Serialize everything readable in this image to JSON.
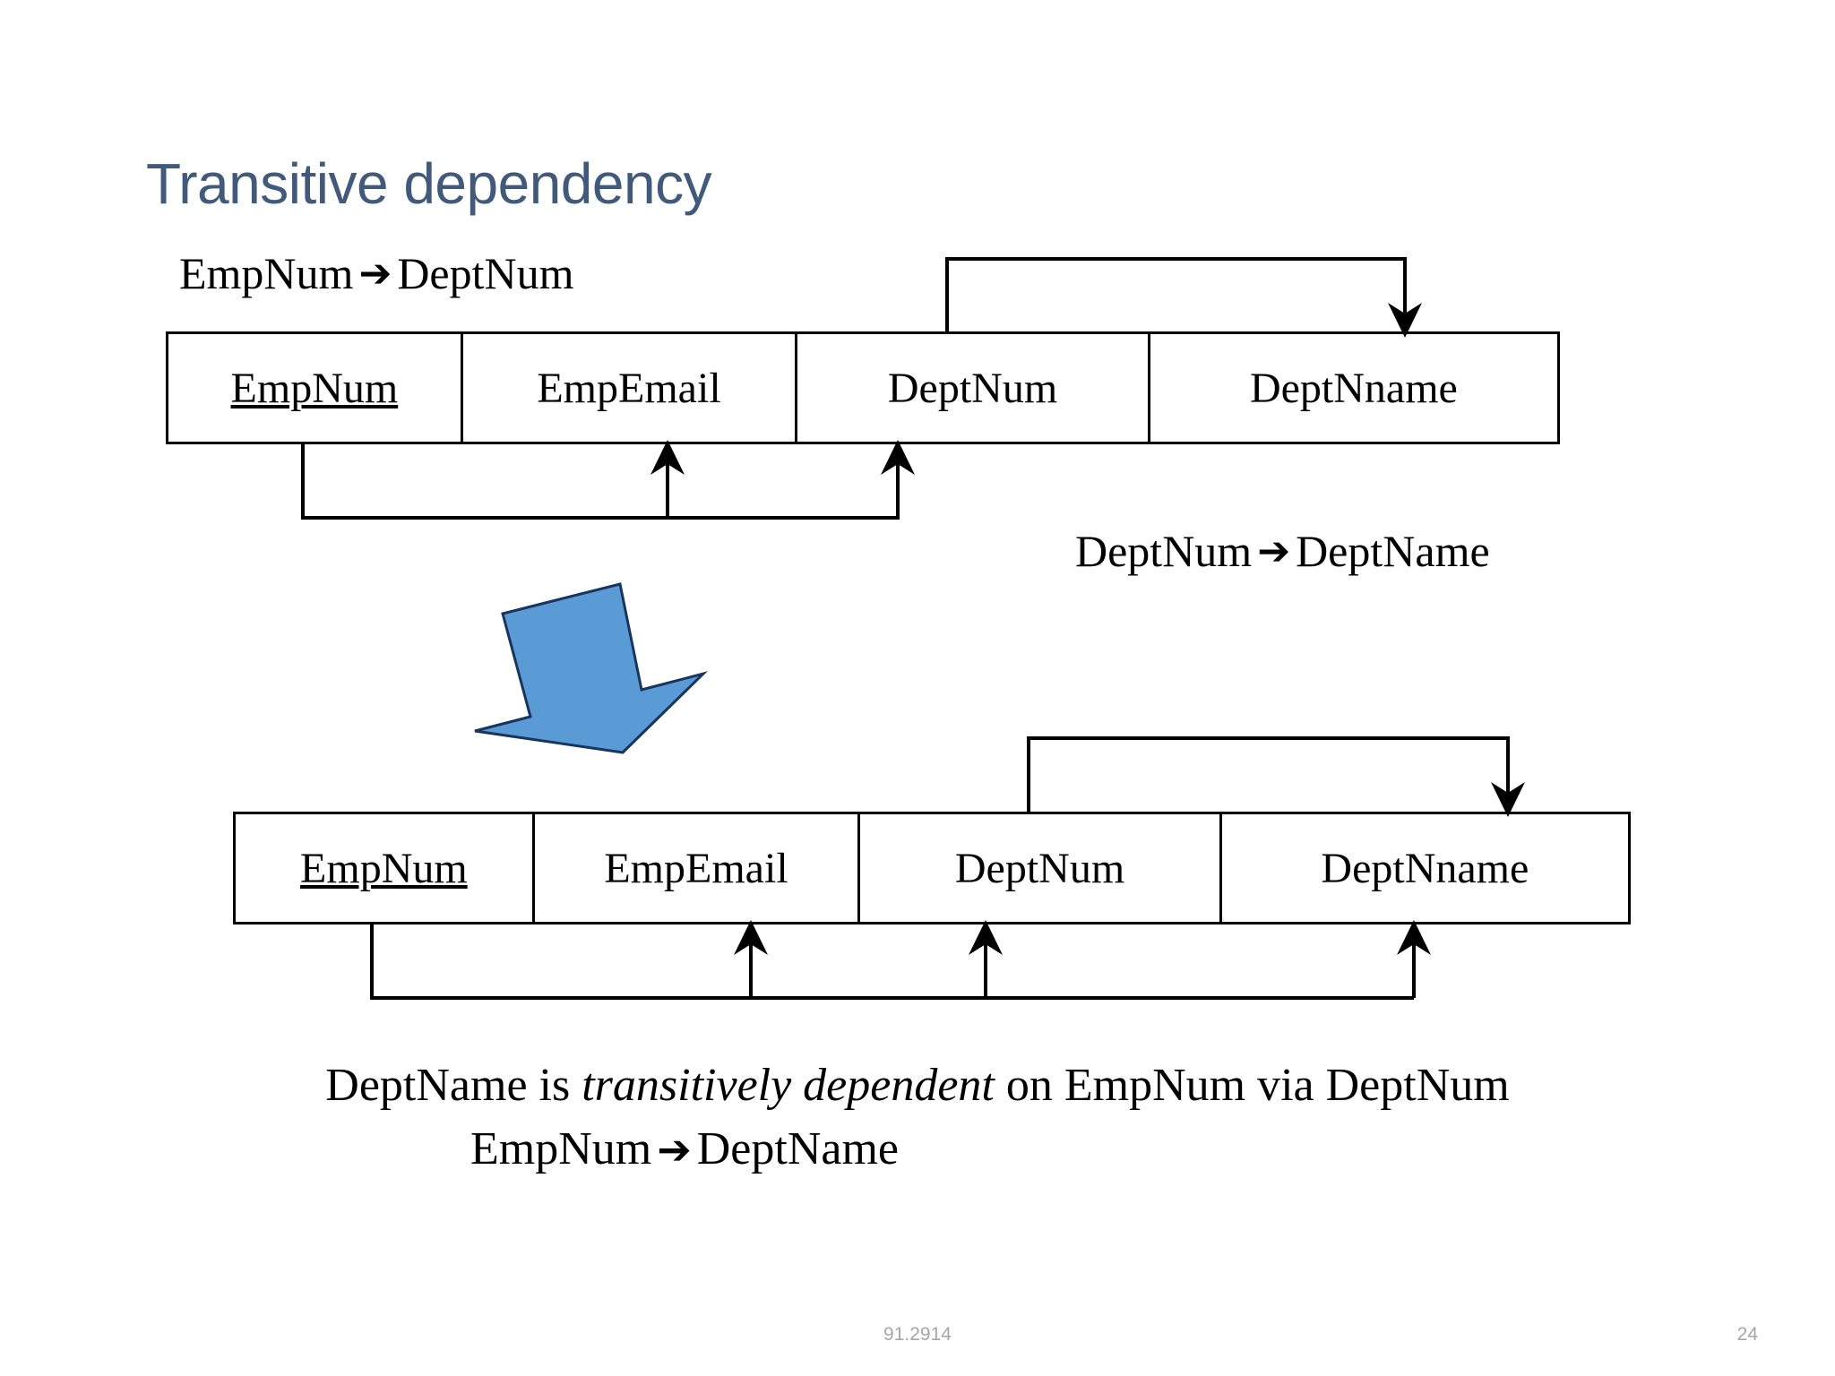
{
  "slide": {
    "title": "Transitive dependency",
    "title_color": "#41597a",
    "background": "#ffffff"
  },
  "labels": {
    "fd_top": {
      "left": "EmpNum",
      "arrow": "➔",
      "right": "DeptNum"
    },
    "fd_right": {
      "left": "DeptNum",
      "arrow": "➔",
      "right": "DeptName"
    }
  },
  "tables": [
    {
      "name": "table-top",
      "columns": [
        {
          "text": "EmpNum",
          "key": true
        },
        {
          "text": "EmpEmail",
          "key": false
        },
        {
          "text": "DeptNum",
          "key": false
        },
        {
          "text": "DeptNname",
          "key": false
        }
      ]
    },
    {
      "name": "table-bottom",
      "columns": [
        {
          "text": "EmpNum",
          "key": true
        },
        {
          "text": "EmpEmail",
          "key": false
        },
        {
          "text": "DeptNum",
          "key": false
        },
        {
          "text": "DeptNname",
          "key": false
        }
      ]
    }
  ],
  "shapes": {
    "block_arrow": {
      "name": "down-block-arrow",
      "fill": "#5b9bd5",
      "stroke": "#17365d"
    }
  },
  "caption": {
    "line1_part1": "DeptName is ",
    "line1_emphasis": "transitively dependent",
    "line1_part2": " on EmpNum via DeptNum",
    "line2_left": "EmpNum",
    "line2_arrow": "➔",
    "line2_right": "DeptName"
  },
  "footer": {
    "course_code": "91.2914",
    "page_number": "24"
  }
}
